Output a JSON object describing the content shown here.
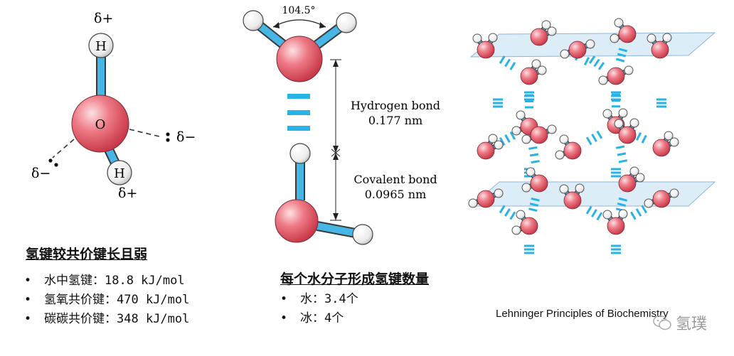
{
  "left_molecule": {
    "atom_H": "H",
    "atom_O": "O",
    "charge_positive": "δ+",
    "charge_negative": "δ−"
  },
  "middle_diagram": {
    "bond_angle": "104.5°",
    "hydrogen_bond_label": "Hydrogen bond",
    "hydrogen_bond_length": "0.177 nm",
    "covalent_bond_label": "Covalent bond",
    "covalent_bond_length": "0.0965 nm"
  },
  "captions": {
    "left_title": "氢键较共价键长且弱",
    "left_items": [
      "水中氢键：18.8 kJ/mol",
      "氢氧共价键：470 kJ/mol",
      "碳碳共价键：348 kJ/mol"
    ],
    "middle_title": "每个水分子形成氢键数量",
    "middle_items": [
      "水：3.4个",
      "冰：4个"
    ],
    "bullet_symbol": "•"
  },
  "credit": "Lehninger Principles of Biochemistry",
  "watermark": "氢璞",
  "colors": {
    "oxygen": "#e05565",
    "hydrogen": "#f2f2f2",
    "bond": "#46b7e4",
    "plane": "#c9e3f5"
  }
}
